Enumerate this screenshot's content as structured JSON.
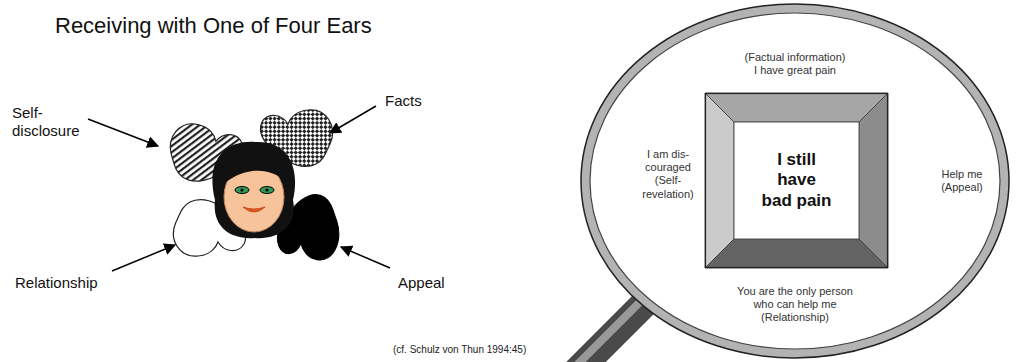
{
  "diagram": {
    "title": "Receiving with One of Four Ears",
    "caption": "(cf. Schulz von Thun 1994:45)",
    "nodes": [
      {
        "text": [
          "(Factual information) I have great pain",
          "I am dis- couraged (Self- revelation)",
          "Help me (Appeal)",
          "You are the only person who can help me (Relationship)"
        ]
      },
      {
        "text": [
          "I still have bad pain"
        ],
        "in": 0
      }
    ],
    "labels": [
      "Self- disclosure",
      "Facts",
      "Relationship",
      "Appeal"
    ]
  }
}
